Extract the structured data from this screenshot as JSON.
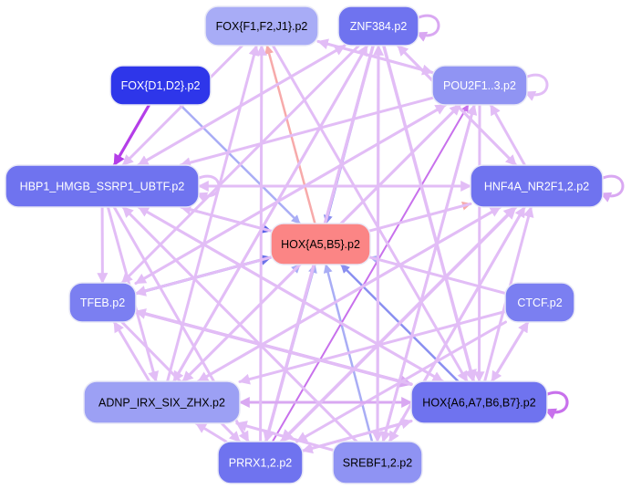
{
  "diagram": {
    "nodes": [
      {
        "id": "fox_f",
        "label": "FOX{F1,F2,J1}.p2",
        "color": "#a8acf6",
        "text_color": "#000000"
      },
      {
        "id": "znf384",
        "label": "ZNF384.p2",
        "color": "#6f73ef",
        "text_color": "#ffffff"
      },
      {
        "id": "fox_d",
        "label": "FOX{D1,D2}.p2",
        "color": "#2e36ea",
        "text_color": "#ffffff"
      },
      {
        "id": "pou2f1",
        "label": "POU2F1..3.p2",
        "color": "#9094f3",
        "text_color": "#ffffff"
      },
      {
        "id": "hbp1",
        "label": "HBP1_HMGB_SSRP1_UBTF.p2",
        "color": "#6f73ef",
        "text_color": "#ffffff"
      },
      {
        "id": "hnf4a",
        "label": "HNF4A_NR2F1,2.p2",
        "color": "#6f73ef",
        "text_color": "#ffffff"
      },
      {
        "id": "hox_a5",
        "label": "HOX{A5,B5}.p2",
        "color": "#fb8585",
        "text_color": "#000000"
      },
      {
        "id": "tfeb",
        "label": "TFEB.p2",
        "color": "#7b7ff1",
        "text_color": "#ffffff"
      },
      {
        "id": "ctcf",
        "label": "CTCF.p2",
        "color": "#7b7ff1",
        "text_color": "#ffffff"
      },
      {
        "id": "adnp",
        "label": "ADNP_IRX_SIX_ZHX.p2",
        "color": "#9ca0f4",
        "text_color": "#000000"
      },
      {
        "id": "hox_a6",
        "label": "HOX{A6,A7,B6,B7}.p2",
        "color": "#6f73ef",
        "text_color": "#000000"
      },
      {
        "id": "prrx1",
        "label": "PRRX1,2.p2",
        "color": "#6f73ef",
        "text_color": "#ffffff"
      },
      {
        "id": "srebf1",
        "label": "SREBF1,2.p2",
        "color": "#8f93f3",
        "text_color": "#000000"
      }
    ],
    "edges": [
      {
        "from": "fox_d",
        "to": "hbp1",
        "color": "#b43ee8",
        "width": 3.2
      },
      {
        "from": "fox_d",
        "to": "hox_a5",
        "color": "#a9adf5",
        "width": 2.5
      },
      {
        "from": "hbp1",
        "to": "hox_a5",
        "color": "#5c62e8",
        "width": 2.5
      },
      {
        "from": "tfeb",
        "to": "hox_a5",
        "color": "#6d72ea",
        "width": 3
      },
      {
        "from": "ctcf",
        "to": "hox_a5",
        "color": "#a9adf5",
        "width": 2.5
      },
      {
        "from": "hox_a6",
        "to": "hox_a5",
        "color": "#8a8ff0",
        "width": 2.5
      },
      {
        "from": "adnp",
        "to": "hox_a5",
        "color": "#a9adf5",
        "width": 2.5
      },
      {
        "from": "prrx1",
        "to": "hox_a5",
        "color": "#a9adf5",
        "width": 2.5
      },
      {
        "from": "srebf1",
        "to": "hox_a5",
        "color": "#a9adf5",
        "width": 2.5
      },
      {
        "from": "znf384",
        "to": "hox_a5",
        "color": "#8a8ff0",
        "width": 2.5
      },
      {
        "from": "hox_a5",
        "to": "fox_f",
        "color": "#f7aaaa",
        "width": 2.5
      },
      {
        "from": "hox_a5",
        "to": "pou2f1",
        "color": "#f7aaaa",
        "width": 2.5
      },
      {
        "from": "hox_a5",
        "to": "hnf4a",
        "color": "#f7aaaa",
        "width": 2.5
      },
      {
        "from": "prrx1",
        "to": "pou2f1",
        "color": "#c871ec",
        "width": 2
      },
      {
        "from": "znf384",
        "to": "hbp1",
        "color": "#e2bdf6",
        "width": 3
      },
      {
        "from": "znf384",
        "to": "tfeb",
        "color": "#e2bdf6",
        "width": 3
      },
      {
        "from": "znf384",
        "to": "adnp",
        "color": "#e2bdf6",
        "width": 3
      },
      {
        "from": "znf384",
        "to": "prrx1",
        "color": "#e2bdf6",
        "width": 3.5
      },
      {
        "from": "znf384",
        "to": "srebf1",
        "color": "#e2bdf6",
        "width": 3
      },
      {
        "from": "znf384",
        "to": "hox_a6",
        "color": "#e2bdf6",
        "width": 3.5
      },
      {
        "from": "znf384",
        "to": "hnf4a",
        "color": "#e2bdf6",
        "width": 3
      },
      {
        "from": "pou2f1",
        "to": "hbp1",
        "color": "#e2bdf6",
        "width": 3
      },
      {
        "from": "pou2f1",
        "to": "tfeb",
        "color": "#e2bdf6",
        "width": 3
      },
      {
        "from": "pou2f1",
        "to": "adnp",
        "color": "#e2bdf6",
        "width": 3
      },
      {
        "from": "pou2f1",
        "to": "srebf1",
        "color": "#e2bdf6",
        "width": 3
      },
      {
        "from": "pou2f1",
        "to": "hox_a6",
        "color": "#e2bdf6",
        "width": 3
      },
      {
        "from": "pou2f1",
        "to": "fox_f",
        "color": "#e2bdf6",
        "width": 3
      },
      {
        "from": "hnf4a",
        "to": "hbp1",
        "color": "#e2bdf6",
        "width": 3
      },
      {
        "from": "hnf4a",
        "to": "tfeb",
        "color": "#e2bdf6",
        "width": 3
      },
      {
        "from": "hnf4a",
        "to": "adnp",
        "color": "#e2bdf6",
        "width": 3
      },
      {
        "from": "hnf4a",
        "to": "prrx1",
        "color": "#e2bdf6",
        "width": 3.5
      },
      {
        "from": "hnf4a",
        "to": "srebf1",
        "color": "#e2bdf6",
        "width": 3
      },
      {
        "from": "hnf4a",
        "to": "pou2f1",
        "color": "#e2bdf6",
        "width": 3
      },
      {
        "from": "hnf4a",
        "to": "znf384",
        "color": "#e2bdf6",
        "width": 3
      },
      {
        "from": "hbp1",
        "to": "hnf4a",
        "color": "#e2bdf6",
        "width": 3
      },
      {
        "from": "hbp1",
        "to": "tfeb",
        "color": "#e2bdf6",
        "width": 3
      },
      {
        "from": "hbp1",
        "to": "adnp",
        "color": "#e2bdf6",
        "width": 3
      },
      {
        "from": "hbp1",
        "to": "prrx1",
        "color": "#e2bdf6",
        "width": 3
      },
      {
        "from": "hbp1",
        "to": "hox_a6",
        "color": "#e2bdf6",
        "width": 3
      },
      {
        "from": "hbp1",
        "to": "znf384",
        "color": "#e2bdf6",
        "width": 3
      },
      {
        "from": "tfeb",
        "to": "hox_a6",
        "color": "#d9a8f2",
        "width": 3.5
      },
      {
        "from": "tfeb",
        "to": "prrx1",
        "color": "#e2bdf6",
        "width": 3
      },
      {
        "from": "tfeb",
        "to": "pou2f1",
        "color": "#e2bdf6",
        "width": 3
      },
      {
        "from": "ctcf",
        "to": "adnp",
        "color": "#e2bdf6",
        "width": 3
      },
      {
        "from": "ctcf",
        "to": "prrx1",
        "color": "#e2bdf6",
        "width": 3
      },
      {
        "from": "ctcf",
        "to": "hox_a6",
        "color": "#e2bdf6",
        "width": 3
      },
      {
        "from": "ctcf",
        "to": "hbp1",
        "color": "#e2bdf6",
        "width": 3
      },
      {
        "from": "adnp",
        "to": "hox_a6",
        "color": "#d9a8f2",
        "width": 3
      },
      {
        "from": "adnp",
        "to": "hnf4a",
        "color": "#e2bdf6",
        "width": 3
      },
      {
        "from": "adnp",
        "to": "znf384",
        "color": "#e2bdf6",
        "width": 3
      },
      {
        "from": "adnp",
        "to": "pou2f1",
        "color": "#e2bdf6",
        "width": 3
      },
      {
        "from": "adnp",
        "to": "tfeb",
        "color": "#e2bdf6",
        "width": 3
      },
      {
        "from": "adnp",
        "to": "fox_f",
        "color": "#e2bdf6",
        "width": 3
      },
      {
        "from": "hox_a6",
        "to": "adnp",
        "color": "#d9a8f2",
        "width": 3
      },
      {
        "from": "hox_a6",
        "to": "prrx1",
        "color": "#e2bdf6",
        "width": 3
      },
      {
        "from": "hox_a6",
        "to": "hnf4a",
        "color": "#e2bdf6",
        "width": 3
      },
      {
        "from": "hox_a6",
        "to": "hbp1",
        "color": "#e2bdf6",
        "width": 3
      },
      {
        "from": "hox_a6",
        "to": "ctcf",
        "color": "#e2bdf6",
        "width": 3
      },
      {
        "from": "hox_a6",
        "to": "tfeb",
        "color": "#e2bdf6",
        "width": 3
      },
      {
        "from": "prrx1",
        "to": "hnf4a",
        "color": "#e2bdf6",
        "width": 3.5
      },
      {
        "from": "prrx1",
        "to": "adnp",
        "color": "#e2bdf6",
        "width": 3
      },
      {
        "from": "prrx1",
        "to": "hox_a6",
        "color": "#e2bdf6",
        "width": 3
      },
      {
        "from": "prrx1",
        "to": "fox_f",
        "color": "#e2bdf6",
        "width": 3
      },
      {
        "from": "srebf1",
        "to": "hnf4a",
        "color": "#e2bdf6",
        "width": 3
      },
      {
        "from": "srebf1",
        "to": "adnp",
        "color": "#e2bdf6",
        "width": 3
      },
      {
        "from": "srebf1",
        "to": "hbp1",
        "color": "#e2bdf6",
        "width": 3
      },
      {
        "from": "srebf1",
        "to": "znf384",
        "color": "#e2bdf6",
        "width": 3
      },
      {
        "from": "srebf1",
        "to": "pou2f1",
        "color": "#e2bdf6",
        "width": 3
      },
      {
        "from": "fox_f",
        "to": "hbp1",
        "color": "#e2bdf6",
        "width": 3
      },
      {
        "from": "fox_f",
        "to": "pou2f1",
        "color": "#e2bdf6",
        "width": 3
      },
      {
        "from": "fox_f",
        "to": "hox_a6",
        "color": "#e2bdf6",
        "width": 3
      }
    ],
    "self_loops": [
      {
        "node": "znf384",
        "color": "#d9a8f2",
        "width": 3
      },
      {
        "node": "pou2f1",
        "color": "#e2bdf6",
        "width": 3
      },
      {
        "node": "hnf4a",
        "color": "#d9a8f2",
        "width": 3
      },
      {
        "node": "hox_a6",
        "color": "#c871ec",
        "width": 3.2
      },
      {
        "node": "hbp1",
        "color": "#e2bdf6",
        "width": 3
      }
    ]
  }
}
